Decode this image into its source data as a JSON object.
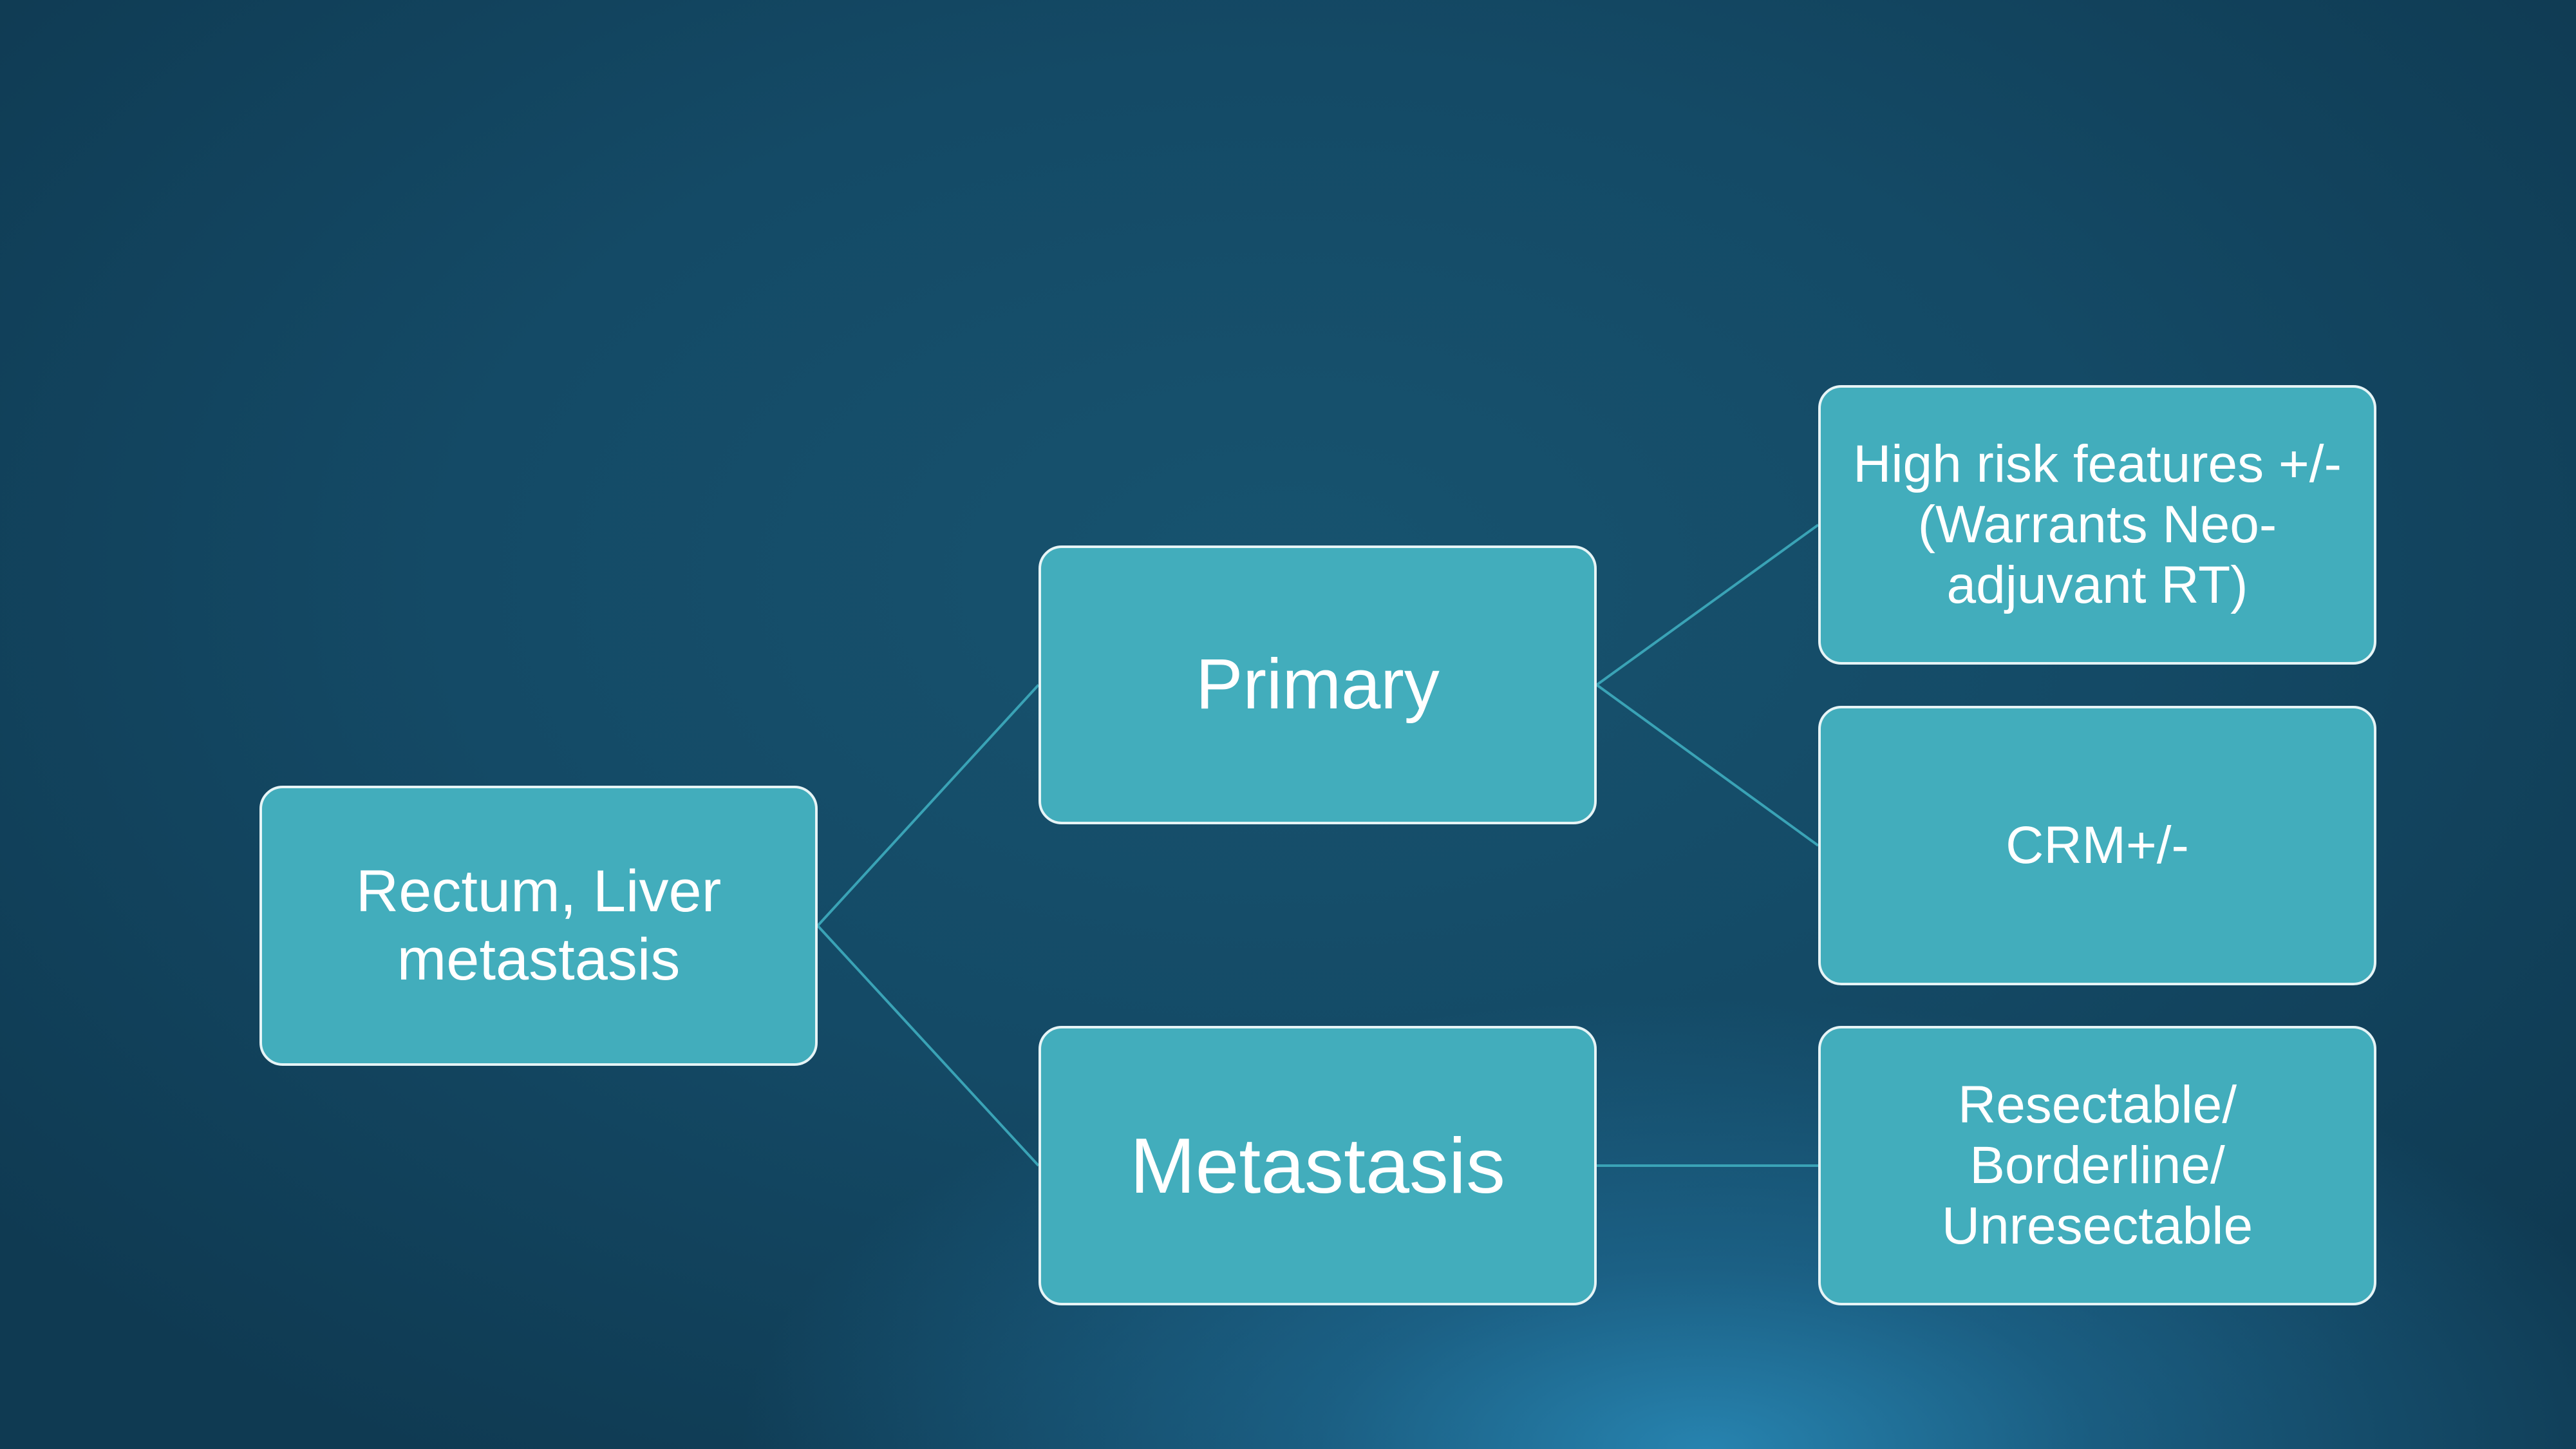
{
  "diagram": {
    "type": "hierarchy",
    "colors": {
      "node_fill": "#42adbc",
      "node_border": "#e6f4f6",
      "connector": "#3aa3b6",
      "background": "#144a66",
      "text": "#ffffff"
    },
    "nodes": {
      "root": {
        "label": "Rectum, Liver metastasis"
      },
      "primary": {
        "label": "Primary"
      },
      "metastasis": {
        "label": "Metastasis"
      },
      "high_risk": {
        "label": "High risk features +/- (Warrants Neo-adjuvant RT)"
      },
      "crm": {
        "label": "CRM+/-"
      },
      "resectability": {
        "label": "Resectable/ Borderline/ Unresectable"
      }
    },
    "edges": [
      {
        "from": "root",
        "to": "primary"
      },
      {
        "from": "root",
        "to": "metastasis"
      },
      {
        "from": "primary",
        "to": "high_risk"
      },
      {
        "from": "primary",
        "to": "crm"
      },
      {
        "from": "metastasis",
        "to": "resectability"
      }
    ]
  }
}
